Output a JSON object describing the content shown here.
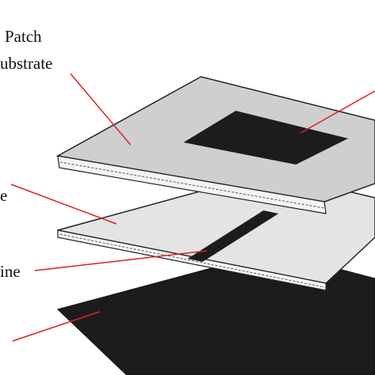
{
  "labels": {
    "patch": "Patch",
    "substrate": "ubstrate",
    "layer_label": "e",
    "line_label": "ine"
  },
  "colors": {
    "background": "#ffffff",
    "patch": "#1c1c1c",
    "upper_substrate": "#cfcfcf",
    "upper_substrate_edge": "#f4f4f4",
    "lower_substrate": "#e4e4e4",
    "ground": "#1c1c1c",
    "leader_line": "#e02020",
    "outline": "#222222"
  },
  "icons": {
    "patch": "square-patch",
    "feed_line": "feed-strip",
    "ground_plane": "ground-plane"
  }
}
